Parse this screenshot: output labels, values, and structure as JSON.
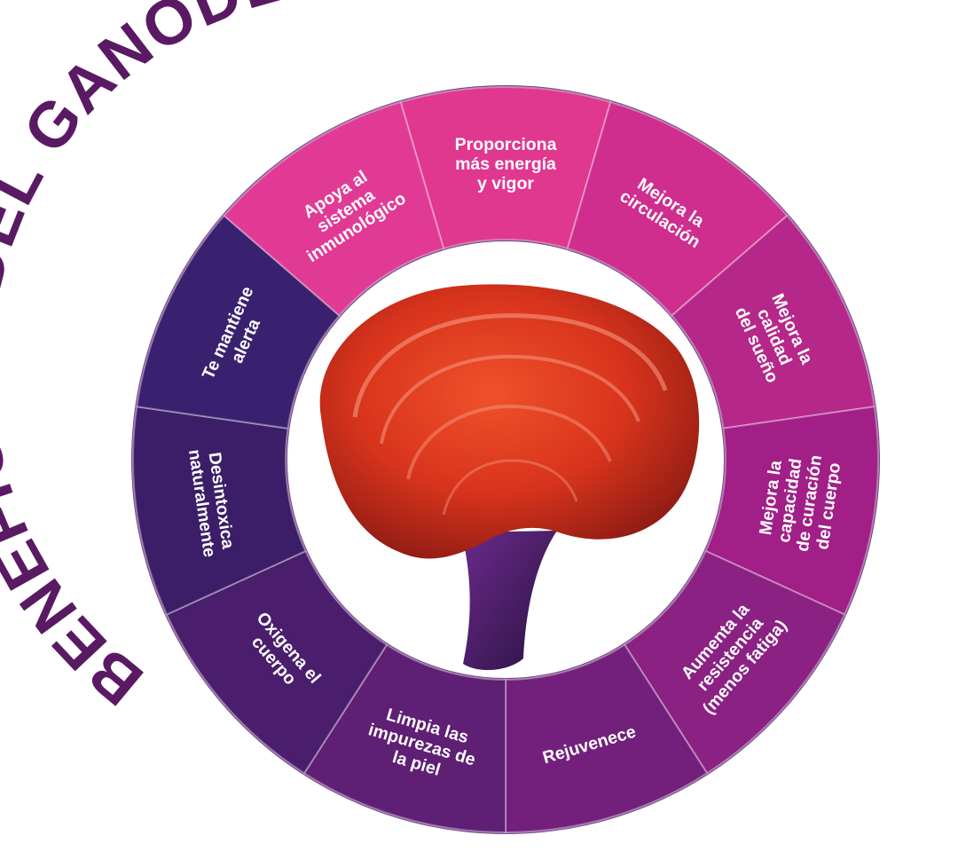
{
  "title": "BENEFICIOS DEL GANODERMA",
  "colors": {
    "title": "#5a1a63",
    "ring_gap": "#7a4a8a"
  },
  "image": {
    "name": "ganoderma-mushroom-image"
  },
  "segments": [
    {
      "lines": [
        "Proporciona",
        "más energía",
        "y vigor"
      ],
      "color": "#e0378f"
    },
    {
      "lines": [
        "Mejora la",
        "circulación"
      ],
      "color": "#cf2e8e"
    },
    {
      "lines": [
        "Mejora la",
        "calidad",
        "del sueño"
      ],
      "color": "#b6278a"
    },
    {
      "lines": [
        "Mejora la",
        "capacidad",
        "de curación",
        "del cuerpo"
      ],
      "color": "#a11f87"
    },
    {
      "lines": [
        "Aumenta la",
        "resistencia",
        "(menos fatiga)"
      ],
      "color": "#8a2183"
    },
    {
      "lines": [
        "Rejuvenece"
      ],
      "color": "#72207b"
    },
    {
      "lines": [
        "Limpia las",
        "impurezas de",
        "la piel"
      ],
      "color": "#5e1f74"
    },
    {
      "lines": [
        "Oxigena el",
        "cuerpo"
      ],
      "color": "#4a1e6c"
    },
    {
      "lines": [
        "Desintoxica",
        "naturalmente"
      ],
      "color": "#3c1e68"
    },
    {
      "lines": [
        "Te mantiene",
        "alerta"
      ],
      "color": "#3a2170"
    },
    {
      "lines": [
        "Apoya al",
        "sistema",
        "inmunológico"
      ],
      "color": "#e13a95"
    }
  ]
}
